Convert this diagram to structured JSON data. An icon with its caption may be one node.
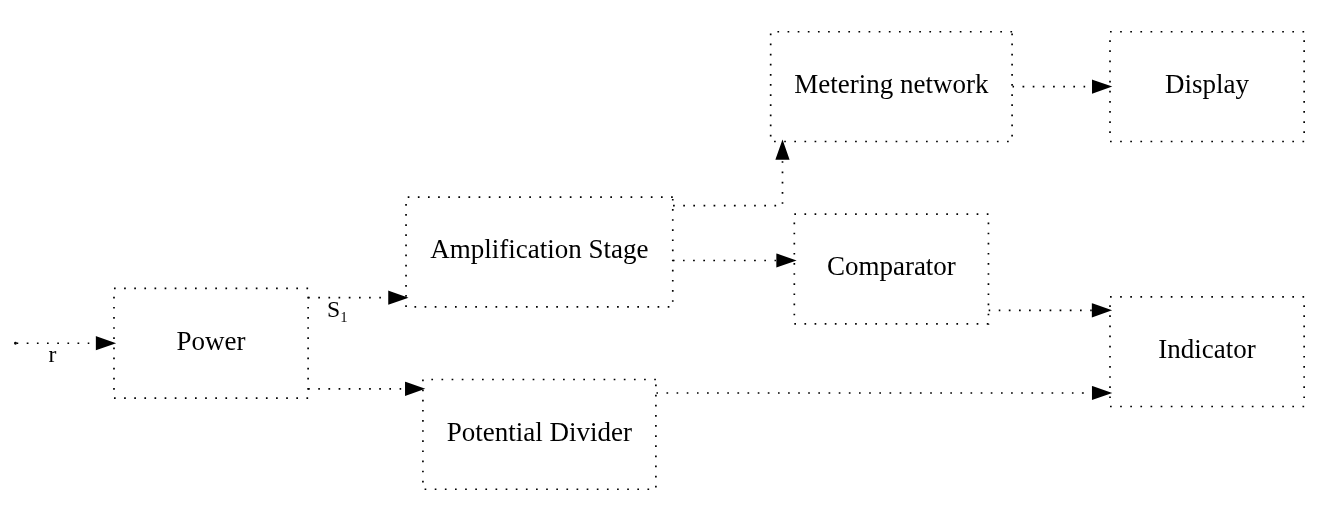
{
  "diagram": {
    "nodes": [
      {
        "text": [
          "Power"
        ]
      },
      {
        "text": [
          "Amplification Stage"
        ]
      },
      {
        "text": [
          "Metering network"
        ]
      },
      {
        "text": [
          "Display"
        ]
      },
      {
        "text": [
          "Comparator"
        ]
      },
      {
        "text": [
          "Indicator"
        ]
      },
      {
        "text": [
          "Potential Divider"
        ]
      }
    ],
    "edges": [
      {
        "from": null,
        "to": 0,
        "arrow": "to",
        "label": "r"
      },
      {
        "from": 0,
        "to": 1,
        "arrow": "to",
        "label": "S₁"
      },
      {
        "from": 1,
        "to": 2,
        "arrow": "to"
      },
      {
        "from": 1,
        "to": 4,
        "arrow": "to"
      },
      {
        "from": 2,
        "to": 3,
        "arrow": "to"
      },
      {
        "from": 4,
        "to": 5,
        "arrow": "to"
      },
      {
        "from": 0,
        "to": 6,
        "arrow": "to"
      },
      {
        "from": 6,
        "to": 5,
        "arrow": "to"
      }
    ]
  }
}
